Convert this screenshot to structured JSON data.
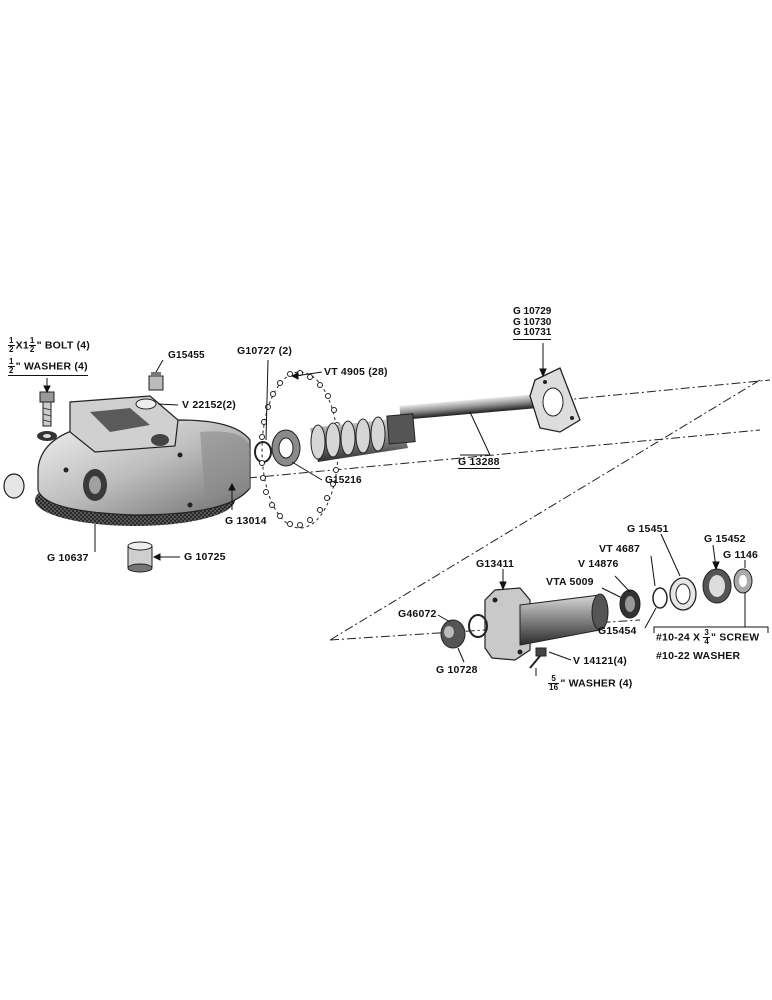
{
  "labels": {
    "bolt_num": "1",
    "bolt_den": "2",
    "bolt_x": "X1",
    "bolt_num2": "1",
    "bolt_den2": "2",
    "bolt_text": "\" BOLT (4)",
    "washer_num": "1",
    "washer_den": "2",
    "washer_text": "\" WASHER (4)",
    "g15455": "G15455",
    "v22152": "V 22152(2)",
    "g10727": "G10727 (2)",
    "vt4905": "VT 4905 (28)",
    "g10729": "G 10729",
    "g10730": "G 10730",
    "g10731": "G 10731",
    "g13288": "G 13288",
    "g15216": "G15216",
    "g13014": "G 13014",
    "g10637": "G 10637",
    "g10725": "G 10725",
    "g15451": "G 15451",
    "g15452": "G 15452",
    "vt4687": "VT 4687",
    "g1146": "G 1146",
    "v14876": "V 14876",
    "g13411": "G13411",
    "vta5009": "VTA 5009",
    "g46072": "G46072",
    "g15454": "G15454",
    "screw_pre": "#10-24 X ",
    "screw_num": "3",
    "screw_den": "4",
    "screw_text": "\" SCREW",
    "washer22": "#10-22  WASHER",
    "v14121": "V 14121(4)",
    "g10728": "G 10728",
    "w516_num": "5",
    "w516_den": "16",
    "w516_text": "\" WASHER (4)"
  }
}
